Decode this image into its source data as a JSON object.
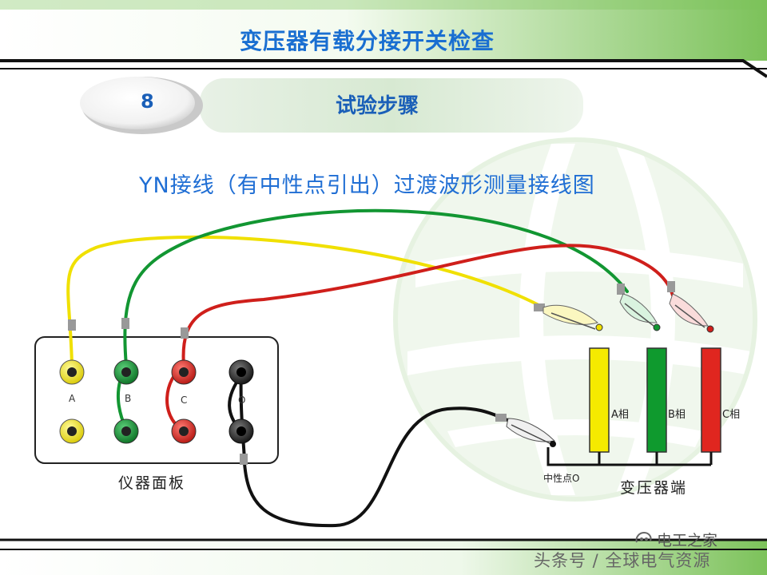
{
  "header": {
    "title": "变压器有载分接开关检查"
  },
  "step": {
    "number": "8",
    "title": "试验步骤"
  },
  "diagram": {
    "title": "YN接线（有中性点引出）过渡波形测量接线图",
    "panel": {
      "caption": "仪器面板",
      "terminal_labels": [
        "A",
        "B",
        "C",
        "O"
      ]
    },
    "transformer": {
      "caption": "变压器端",
      "phases": [
        {
          "label": "A相",
          "color": "#f5ea00"
        },
        {
          "label": "B相",
          "color": "#0f9a2e"
        },
        {
          "label": "C相",
          "color": "#e0261f"
        }
      ],
      "neutral_label": "中性点O"
    },
    "wire_colors": {
      "A": "#f0e000",
      "B": "#129632",
      "C": "#cf1f1b",
      "O": "#111111"
    }
  },
  "watermark": {
    "brand": "电工之家",
    "source": "头条号 / 全球电气资源"
  },
  "colors": {
    "title_blue": "#1a6fd1",
    "header_green": "#8cc96a"
  }
}
